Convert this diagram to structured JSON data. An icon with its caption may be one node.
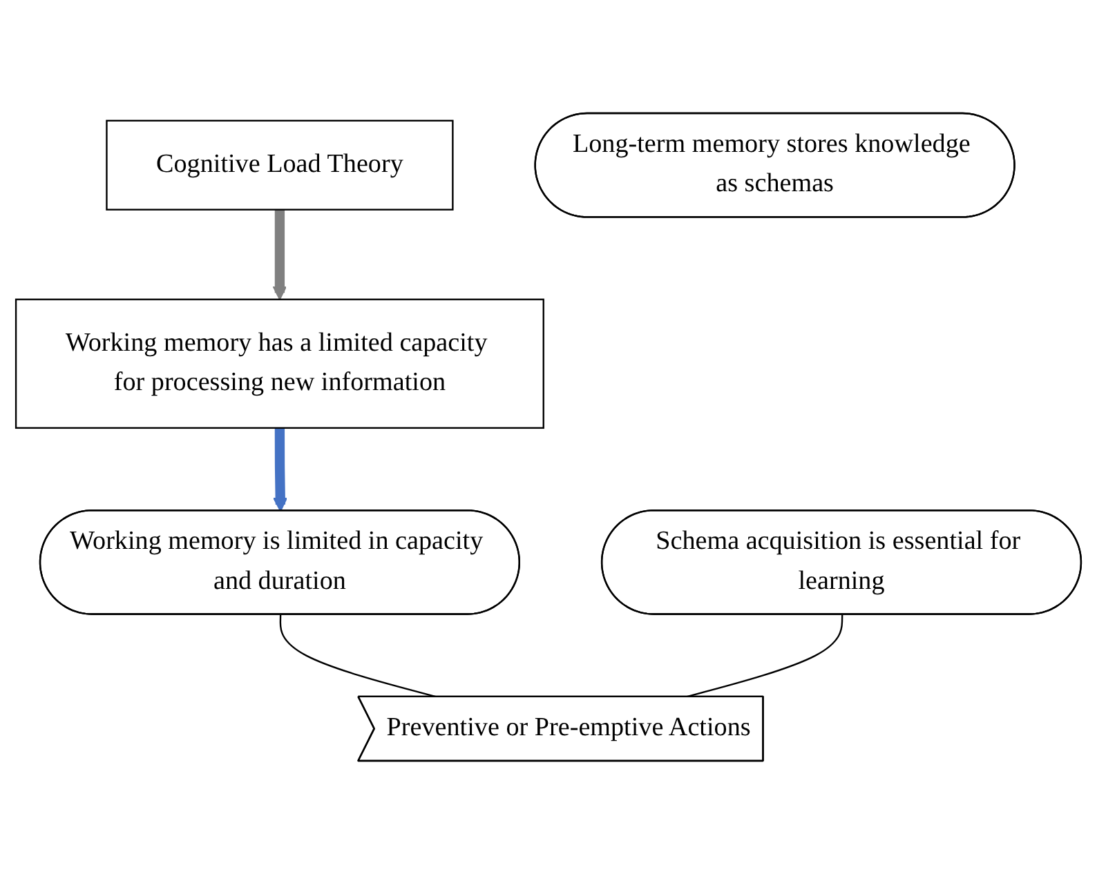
{
  "diagram": {
    "nodes": [
      {
        "text": [
          "Cognitive Load Theory"
        ]
      },
      {
        "text": [
          "Working memory has a limited capacity for processing new information"
        ]
      },
      {
        "text": [
          "Working memory is limited in capacity and duration"
        ]
      },
      {
        "text": [
          "Long-term memory stores knowledge as schemas"
        ]
      },
      {
        "text": [
          "Schema acquisition is essential for learning"
        ]
      },
      {
        "text": [
          "Preventive or Pre-emptive Actions"
        ]
      }
    ],
    "edges": [
      {
        "from": 0,
        "to": 1,
        "arrow": "to",
        "style": "thick",
        "color": "#808080"
      },
      {
        "from": 1,
        "to": 2,
        "arrow": "to",
        "style": "thick",
        "color": "#4472c4"
      },
      {
        "from": 2,
        "to": 5,
        "arrow": "none"
      },
      {
        "from": 4,
        "to": 5,
        "arrow": "none"
      }
    ]
  }
}
